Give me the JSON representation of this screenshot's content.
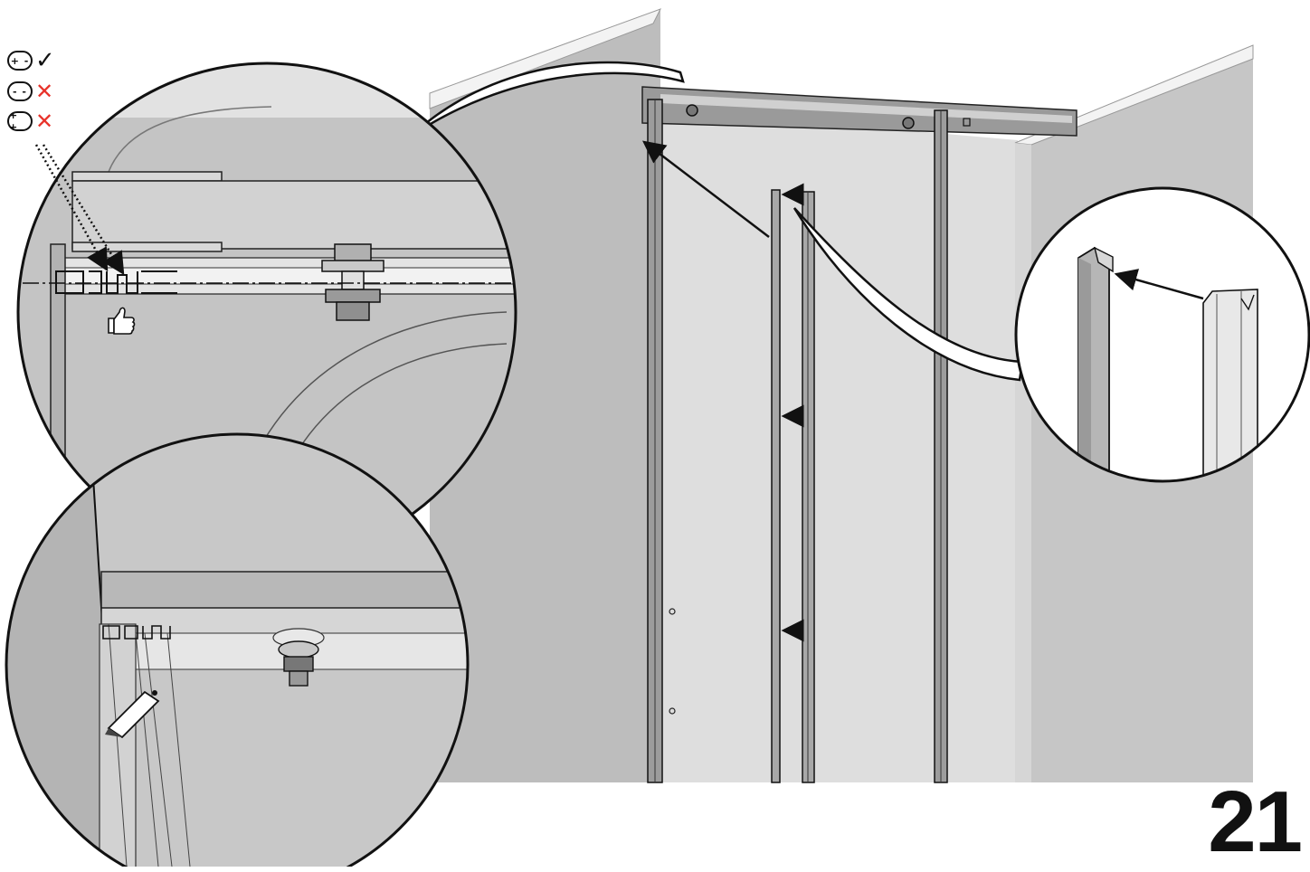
{
  "legend": [
    {
      "badge": "+ -",
      "mark": "✓",
      "status": "correct"
    },
    {
      "badge": "- -",
      "mark": "✕",
      "status": "wrong"
    },
    {
      "badge": "+ +",
      "mark": "✕",
      "status": "wrong"
    }
  ],
  "step": {
    "number": "21"
  },
  "colors": {
    "wall": "#bdbdbd",
    "wall_top": "#f2f2f2",
    "glass": "#dcdcdc",
    "profile": "#8a8a8a",
    "outline": "#111111",
    "wrong_mark": "#e8322a"
  },
  "icons": [
    "check-icon",
    "cross-icon",
    "thumbs-up-icon",
    "pencil-icon",
    "arrow-icon"
  ]
}
